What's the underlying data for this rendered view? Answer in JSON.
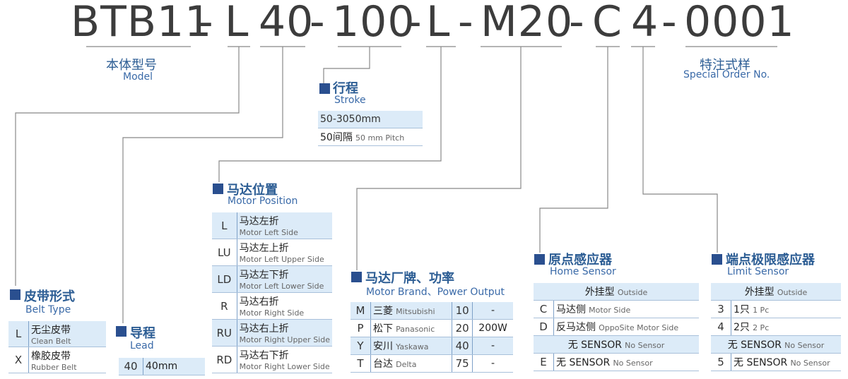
{
  "code": {
    "parts": [
      "BTB11",
      "-",
      "L",
      "40",
      "-",
      "100",
      "-",
      "L",
      "-",
      "M20",
      "-",
      "C",
      "4",
      "-",
      "0001"
    ]
  },
  "model": {
    "zh": "本体型号",
    "en": "Model"
  },
  "special": {
    "zh": "特注式样",
    "en": "Special Order No."
  },
  "stroke": {
    "zh": "行程",
    "en": "Stroke",
    "range": "50-3050mm",
    "pitch_zh": "50间隔",
    "pitch_en": "50 mm Pitch"
  },
  "belt": {
    "zh": "皮带形式",
    "en": "Belt Type",
    "rows": [
      {
        "k": "L",
        "zh": "无尘皮带",
        "en": "Clean Belt"
      },
      {
        "k": "X",
        "zh": "橡胶皮带",
        "en": "Rubber Belt"
      }
    ]
  },
  "lead": {
    "zh": "导程",
    "en": "Lead",
    "rows": [
      {
        "k": "40",
        "v": "40mm"
      }
    ]
  },
  "motor_pos": {
    "zh": "马达位置",
    "en": "Motor Position",
    "rows": [
      {
        "k": "L",
        "zh": "马达左折",
        "en": "Motor Left Side"
      },
      {
        "k": "LU",
        "zh": "马达左上折",
        "en": "Motor Left Upper Side"
      },
      {
        "k": "LD",
        "zh": "马达左下折",
        "en": "Motor Left Lower Side"
      },
      {
        "k": "R",
        "zh": "马达右折",
        "en": "Motor Right Side"
      },
      {
        "k": "RU",
        "zh": "马达右上折",
        "en": "Motor Right Upper Side"
      },
      {
        "k": "RD",
        "zh": "马达右下折",
        "en": "Motor Right Lower Side"
      }
    ]
  },
  "motor_brand": {
    "zh": "马达厂牌、功率",
    "en": "Motor Brand、Power Output",
    "rows": [
      {
        "k": "M",
        "zh": "三菱",
        "en": "Mitsubishi",
        "n": "10",
        "p": "-"
      },
      {
        "k": "P",
        "zh": "松下",
        "en": "Panasonic",
        "n": "20",
        "p": "200W"
      },
      {
        "k": "Y",
        "zh": "安川",
        "en": "Yaskawa",
        "n": "40",
        "p": "-"
      },
      {
        "k": "T",
        "zh": "台达",
        "en": "Delta",
        "n": "75",
        "p": "-"
      }
    ]
  },
  "home": {
    "zh": "原点感应器",
    "en": "Home Sensor",
    "rows": [
      {
        "type": "header",
        "zh": "外挂型",
        "en": "Outside"
      },
      {
        "k": "C",
        "zh": "马达侧",
        "en": "Motor Side"
      },
      {
        "k": "D",
        "zh": "反马达侧",
        "en": "OppoSite Motor Side"
      },
      {
        "type": "header",
        "zh": "无 SENSOR",
        "en": "No Sensor"
      },
      {
        "k": "E",
        "zh": "无 SENSOR",
        "en": "No Sensor"
      }
    ]
  },
  "limit": {
    "zh": "端点极限感应器",
    "en": "Limit Sensor",
    "rows": [
      {
        "type": "header",
        "zh": "外挂型",
        "en": "Outside"
      },
      {
        "k": "3",
        "zh": "1只",
        "en": "1 Pc"
      },
      {
        "k": "4",
        "zh": "2只",
        "en": "2 Pc"
      },
      {
        "type": "header",
        "zh": "无 SENSOR",
        "en": "No Sensor"
      },
      {
        "k": "5",
        "zh": "无 SENSOR",
        "en": "No Sensor"
      }
    ]
  },
  "colors": {
    "accent": "#2a4f8f",
    "line": "#888888",
    "highlight": "#dcebf8"
  }
}
